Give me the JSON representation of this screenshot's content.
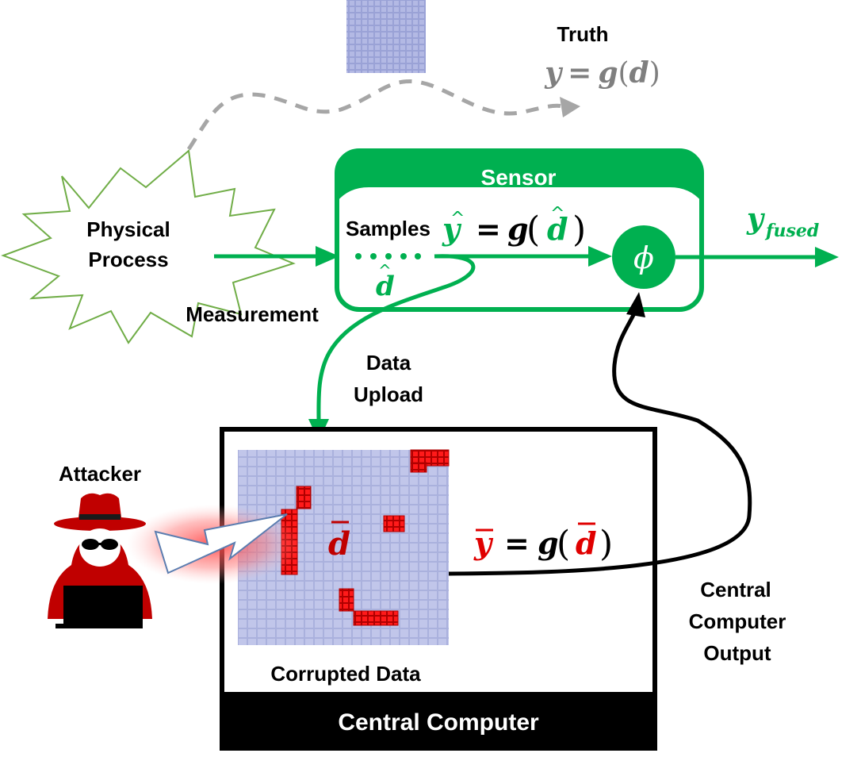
{
  "truth": {
    "title": "Truth",
    "eq_y": "y",
    "eq_eq": "=",
    "eq_g": "g",
    "eq_open": "(",
    "eq_d": "d",
    "eq_close": ")"
  },
  "physical_process": {
    "line1": "Physical",
    "line2": "Process"
  },
  "measurement": "Measurement",
  "sensor": {
    "title": "Sensor",
    "samples_label": "Samples",
    "eq_y": "y",
    "eq_eq": "=",
    "eq_g": "g",
    "eq_open": "(",
    "eq_d": "d",
    "eq_close": ")",
    "d_hat": "d",
    "fusion_symbol": "ϕ"
  },
  "output": {
    "y": "y",
    "subscript": "fused"
  },
  "data_upload": {
    "line1": "Data",
    "line2": "Upload"
  },
  "attacker": {
    "label": "Attacker"
  },
  "central_computer": {
    "title": "Central Computer",
    "corrupted_label": "Corrupted Data",
    "d_bar": "d",
    "eq_y": "y",
    "eq_eq": "=",
    "eq_g": "g",
    "eq_open": "(",
    "eq_d": "d",
    "eq_close": ")"
  },
  "central_output": {
    "line1": "Central",
    "line2": "Computer",
    "line3": "Output"
  },
  "colors": {
    "green": "#00b050",
    "red": "#e00000",
    "gray": "#a6a6a6",
    "grid_blue": "#9ea6d6",
    "attacker_red": "#c00000",
    "black": "#000000"
  }
}
